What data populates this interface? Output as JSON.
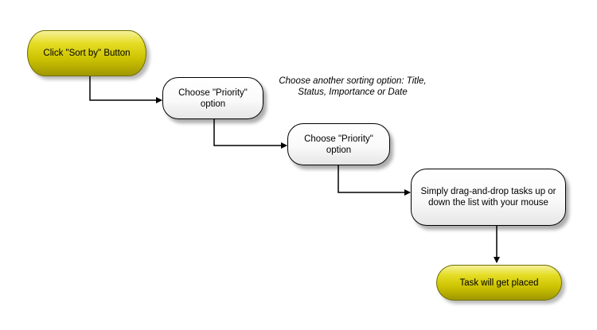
{
  "diagram": {
    "type": "flowchart",
    "nodes": {
      "start": {
        "label": "Click \"Sort by\" Button",
        "shape": "terminal"
      },
      "step1": {
        "label": "Choose \"Priority\" option",
        "shape": "process"
      },
      "step2": {
        "label": "Choose \"Priority\" option",
        "shape": "process"
      },
      "step3": {
        "label": "Simply drag-and-drop tasks up or down the list with your mouse",
        "shape": "process"
      },
      "end": {
        "label": "Task will get placed",
        "shape": "terminal"
      }
    },
    "note": "Choose another sorting option: Title, Status, Importance or Date",
    "edges": [
      {
        "from": "start",
        "to": "step1"
      },
      {
        "from": "step1",
        "to": "step2"
      },
      {
        "from": "step2",
        "to": "step3"
      },
      {
        "from": "step3",
        "to": "end"
      }
    ]
  },
  "colors": {
    "terminal_fill": "#d8cf0a",
    "terminal_border": "#6f6f00",
    "process_fill": "#ffffff",
    "stroke": "#000000"
  }
}
